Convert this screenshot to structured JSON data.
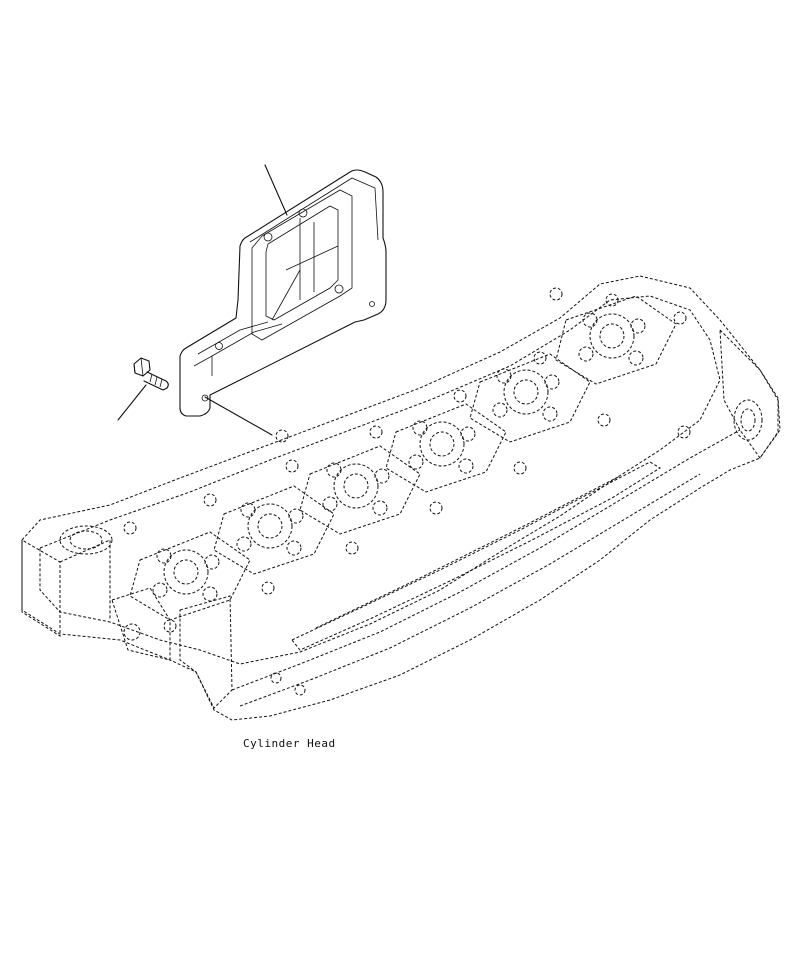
{
  "caption": "Cylinder Head",
  "colors": {
    "line": "#111111",
    "background": "#ffffff"
  },
  "parts": [
    {
      "name": "bracket"
    },
    {
      "name": "bolt"
    },
    {
      "name": "cylinder-head"
    }
  ]
}
